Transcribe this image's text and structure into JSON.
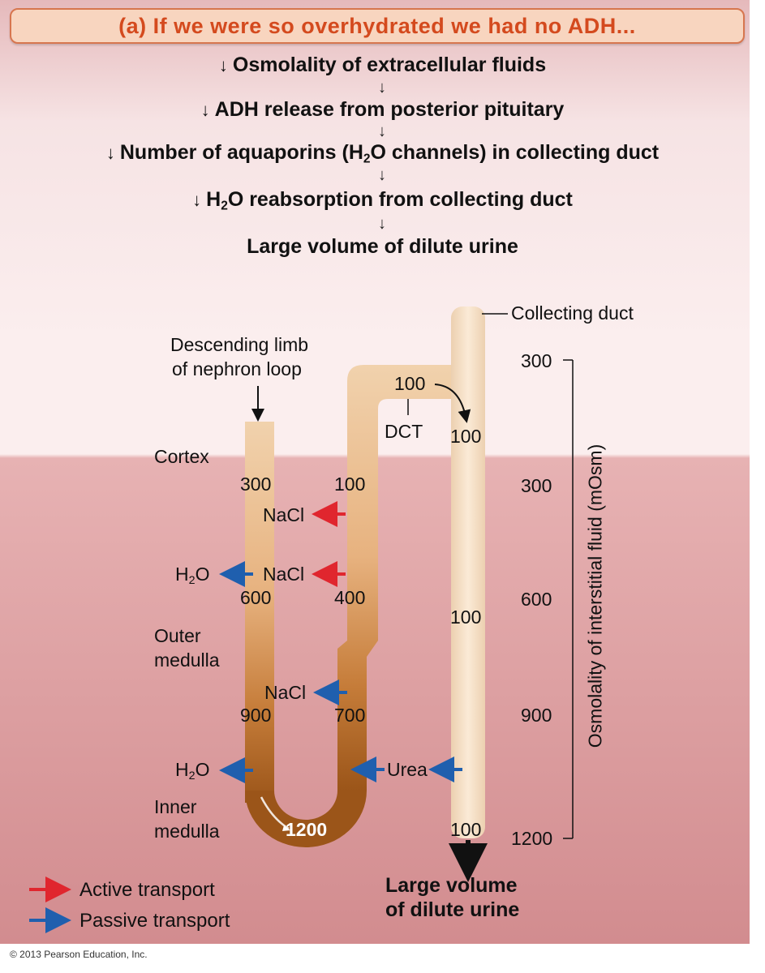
{
  "title": "(a) If we were so overhydrated we had no ADH...",
  "flow": {
    "down_arrow_glyph": "↓",
    "steps": [
      {
        "text": "Osmolality of extracellular fluids"
      },
      {
        "text": "ADH release from posterior pituitary"
      },
      {
        "text_before": "Number of aquaporins (H",
        "sub": "2",
        "text_after": "O channels) in collecting duct"
      },
      {
        "text_before": "H",
        "sub": "2",
        "text_after": "O reabsorption from collecting duct"
      },
      {
        "text": "Large volume of dilute urine"
      }
    ]
  },
  "diagram": {
    "collecting_duct_label": "Collecting duct",
    "descending_limb_label_line1": "Descending limb",
    "descending_limb_label_line2": "of nephron loop",
    "dct_label": "DCT",
    "cortex_label": "Cortex",
    "outer_medulla_line1": "Outer",
    "outer_medulla_line2": "medulla",
    "inner_medulla_line1": "Inner",
    "inner_medulla_line2": "medulla",
    "nacl": "NaCl",
    "h2o_h": "H",
    "h2o_sub": "2",
    "h2o_o": "O",
    "urea": "Urea",
    "values": {
      "dct_top": "100",
      "cd_top": "100",
      "desc_300": "300",
      "asc_100": "100",
      "desc_600": "600",
      "asc_400": "400",
      "cd_mid": "100",
      "desc_900": "900",
      "asc_700": "700",
      "bottom_1200": "1200",
      "cd_bottom": "100"
    },
    "output_line1": "Large volume",
    "output_line2": "of dilute urine"
  },
  "scale": {
    "title": "Osmolality of interstitial fluid (mOsm)",
    "ticks": [
      "300",
      "300",
      "600",
      "900",
      "1200"
    ]
  },
  "legend": {
    "active": "Active transport",
    "passive": "Passive transport",
    "active_color": "#e0262e",
    "passive_color": "#1f5fae"
  },
  "copyright": "© 2013 Pearson Education, Inc."
}
